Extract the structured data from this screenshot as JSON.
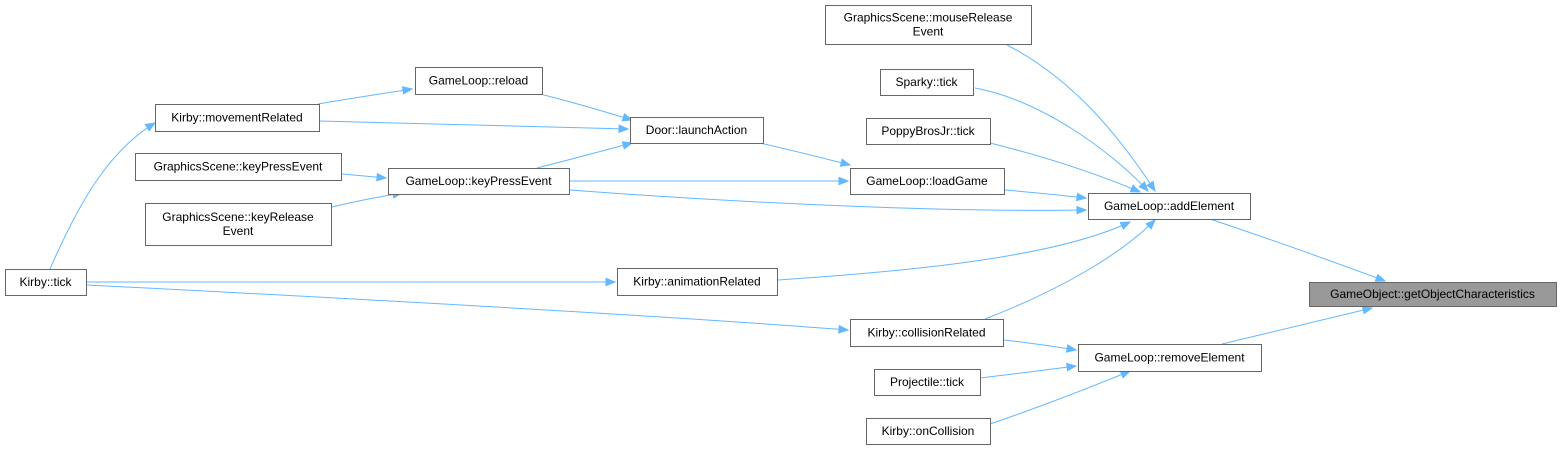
{
  "diagram_type": "doxygen caller graph",
  "colors": {
    "edge": "#63b8ff",
    "node_border": "#666666",
    "node_fill": "#ffffff",
    "root_fill": "#999999"
  },
  "nodes": [
    {
      "id": "root",
      "lines": [
        "GameObject::getObjectCharacteristics"
      ],
      "root": true
    },
    {
      "id": "addElement",
      "lines": [
        "GameLoop::addElement"
      ]
    },
    {
      "id": "removeElement",
      "lines": [
        "GameLoop::removeElement"
      ]
    },
    {
      "id": "mouseRelease",
      "lines": [
        "GraphicsScene::mouseRelease",
        "Event"
      ]
    },
    {
      "id": "sparky",
      "lines": [
        "Sparky::tick"
      ]
    },
    {
      "id": "poppy",
      "lines": [
        "PoppyBrosJr::tick"
      ]
    },
    {
      "id": "loadGame",
      "lines": [
        "GameLoop::loadGame"
      ]
    },
    {
      "id": "door",
      "lines": [
        "Door::launchAction"
      ]
    },
    {
      "id": "reload",
      "lines": [
        "GameLoop::reload"
      ]
    },
    {
      "id": "movement",
      "lines": [
        "Kirby::movementRelated"
      ]
    },
    {
      "id": "keyPressGL",
      "lines": [
        "GameLoop::keyPressEvent"
      ]
    },
    {
      "id": "keyPressGS",
      "lines": [
        "GraphicsScene::keyPressEvent"
      ]
    },
    {
      "id": "keyReleaseGS",
      "lines": [
        "GraphicsScene::keyRelease",
        "Event"
      ]
    },
    {
      "id": "kirbyTick",
      "lines": [
        "Kirby::tick"
      ]
    },
    {
      "id": "animation",
      "lines": [
        "Kirby::animationRelated"
      ]
    },
    {
      "id": "collision",
      "lines": [
        "Kirby::collisionRelated"
      ]
    },
    {
      "id": "projectile",
      "lines": [
        "Projectile::tick"
      ]
    },
    {
      "id": "onCollision",
      "lines": [
        "Kirby::onCollision"
      ]
    }
  ],
  "edges": [
    {
      "from": "addElement",
      "to": "root"
    },
    {
      "from": "removeElement",
      "to": "root"
    },
    {
      "from": "mouseRelease",
      "to": "addElement"
    },
    {
      "from": "sparky",
      "to": "addElement"
    },
    {
      "from": "poppy",
      "to": "addElement"
    },
    {
      "from": "loadGame",
      "to": "addElement"
    },
    {
      "from": "keyPressGL",
      "to": "addElement"
    },
    {
      "from": "animation",
      "to": "addElement"
    },
    {
      "from": "collision",
      "to": "addElement"
    },
    {
      "from": "door",
      "to": "loadGame"
    },
    {
      "from": "keyPressGL",
      "to": "loadGame"
    },
    {
      "from": "reload",
      "to": "door"
    },
    {
      "from": "movement",
      "to": "door"
    },
    {
      "from": "keyPressGL",
      "to": "door"
    },
    {
      "from": "movement",
      "to": "reload"
    },
    {
      "from": "keyPressGS",
      "to": "keyPressGL"
    },
    {
      "from": "keyReleaseGS",
      "to": "keyPressGL"
    },
    {
      "from": "kirbyTick",
      "to": "movement"
    },
    {
      "from": "kirbyTick",
      "to": "animation"
    },
    {
      "from": "kirbyTick",
      "to": "collision"
    },
    {
      "from": "collision",
      "to": "removeElement"
    },
    {
      "from": "projectile",
      "to": "removeElement"
    },
    {
      "from": "onCollision",
      "to": "removeElement"
    }
  ]
}
